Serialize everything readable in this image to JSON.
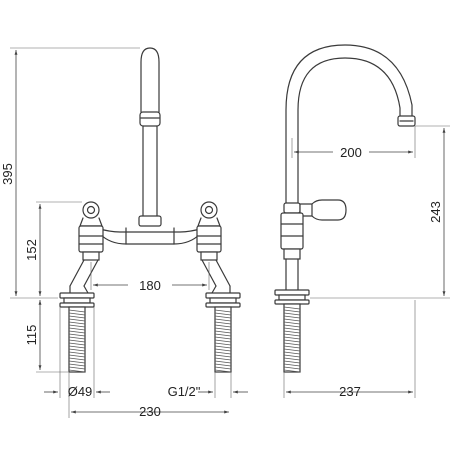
{
  "dimensions": {
    "overall_height": "395",
    "tap_body_height": "152",
    "shank_length": "115",
    "base_diameter": "Ø49",
    "thread": "G1/2\"",
    "tap_centers": "180",
    "overall_width": "230",
    "spout_reach": "200",
    "spout_height": "243",
    "side_depth": "237"
  },
  "colors": {
    "line": "#3a3a3a",
    "text": "#222222",
    "background": "#ffffff"
  }
}
